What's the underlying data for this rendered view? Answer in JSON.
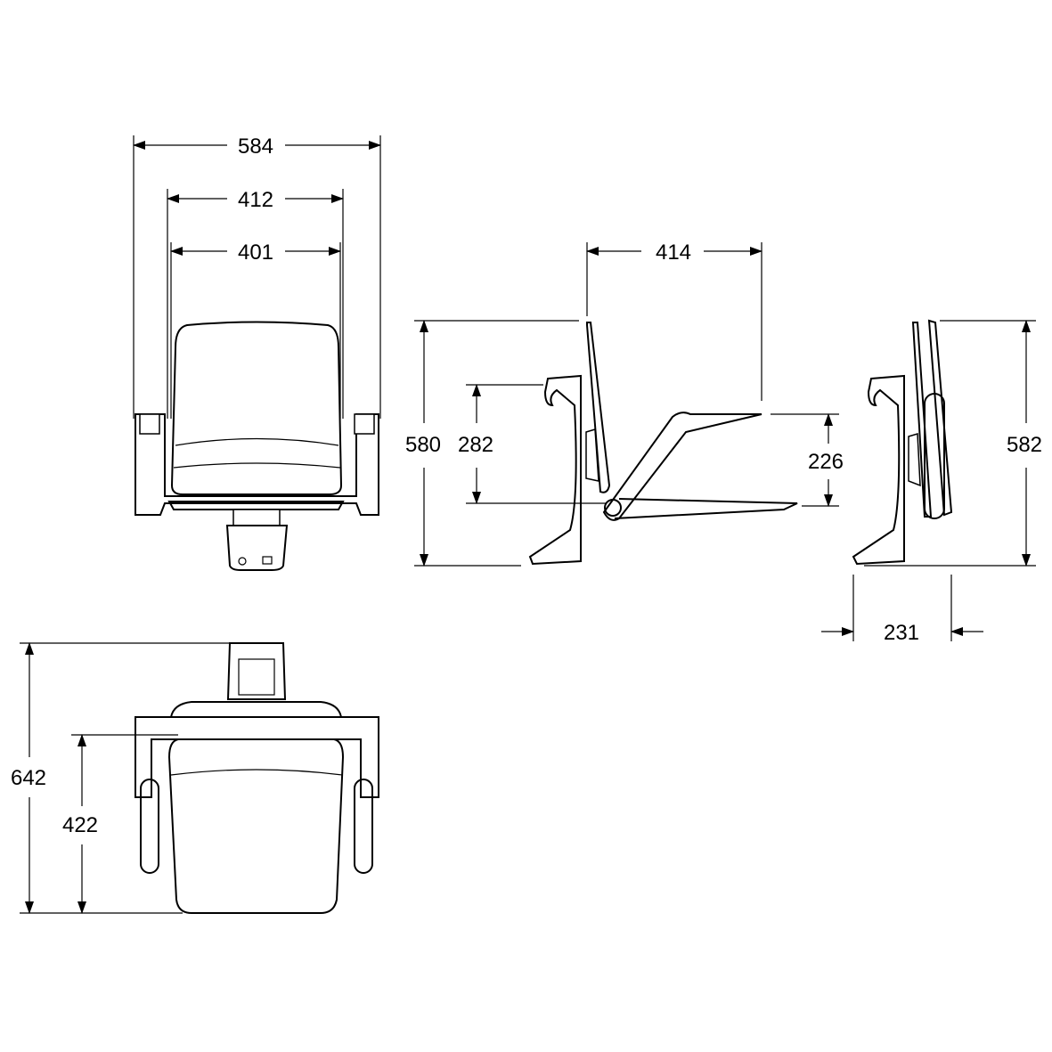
{
  "dimensions": {
    "front_overall_width": "584",
    "front_frame_width": "412",
    "front_seat_width": "401",
    "side_seat_depth": "414",
    "side_overall_height": "580",
    "side_hook_height": "282",
    "side_seat_fold_height": "226",
    "folded_height": "582",
    "folded_depth": "231",
    "top_overall_depth": "642",
    "top_seat_depth": "422"
  },
  "colors": {
    "line": "#000000",
    "background": "#ffffff"
  }
}
